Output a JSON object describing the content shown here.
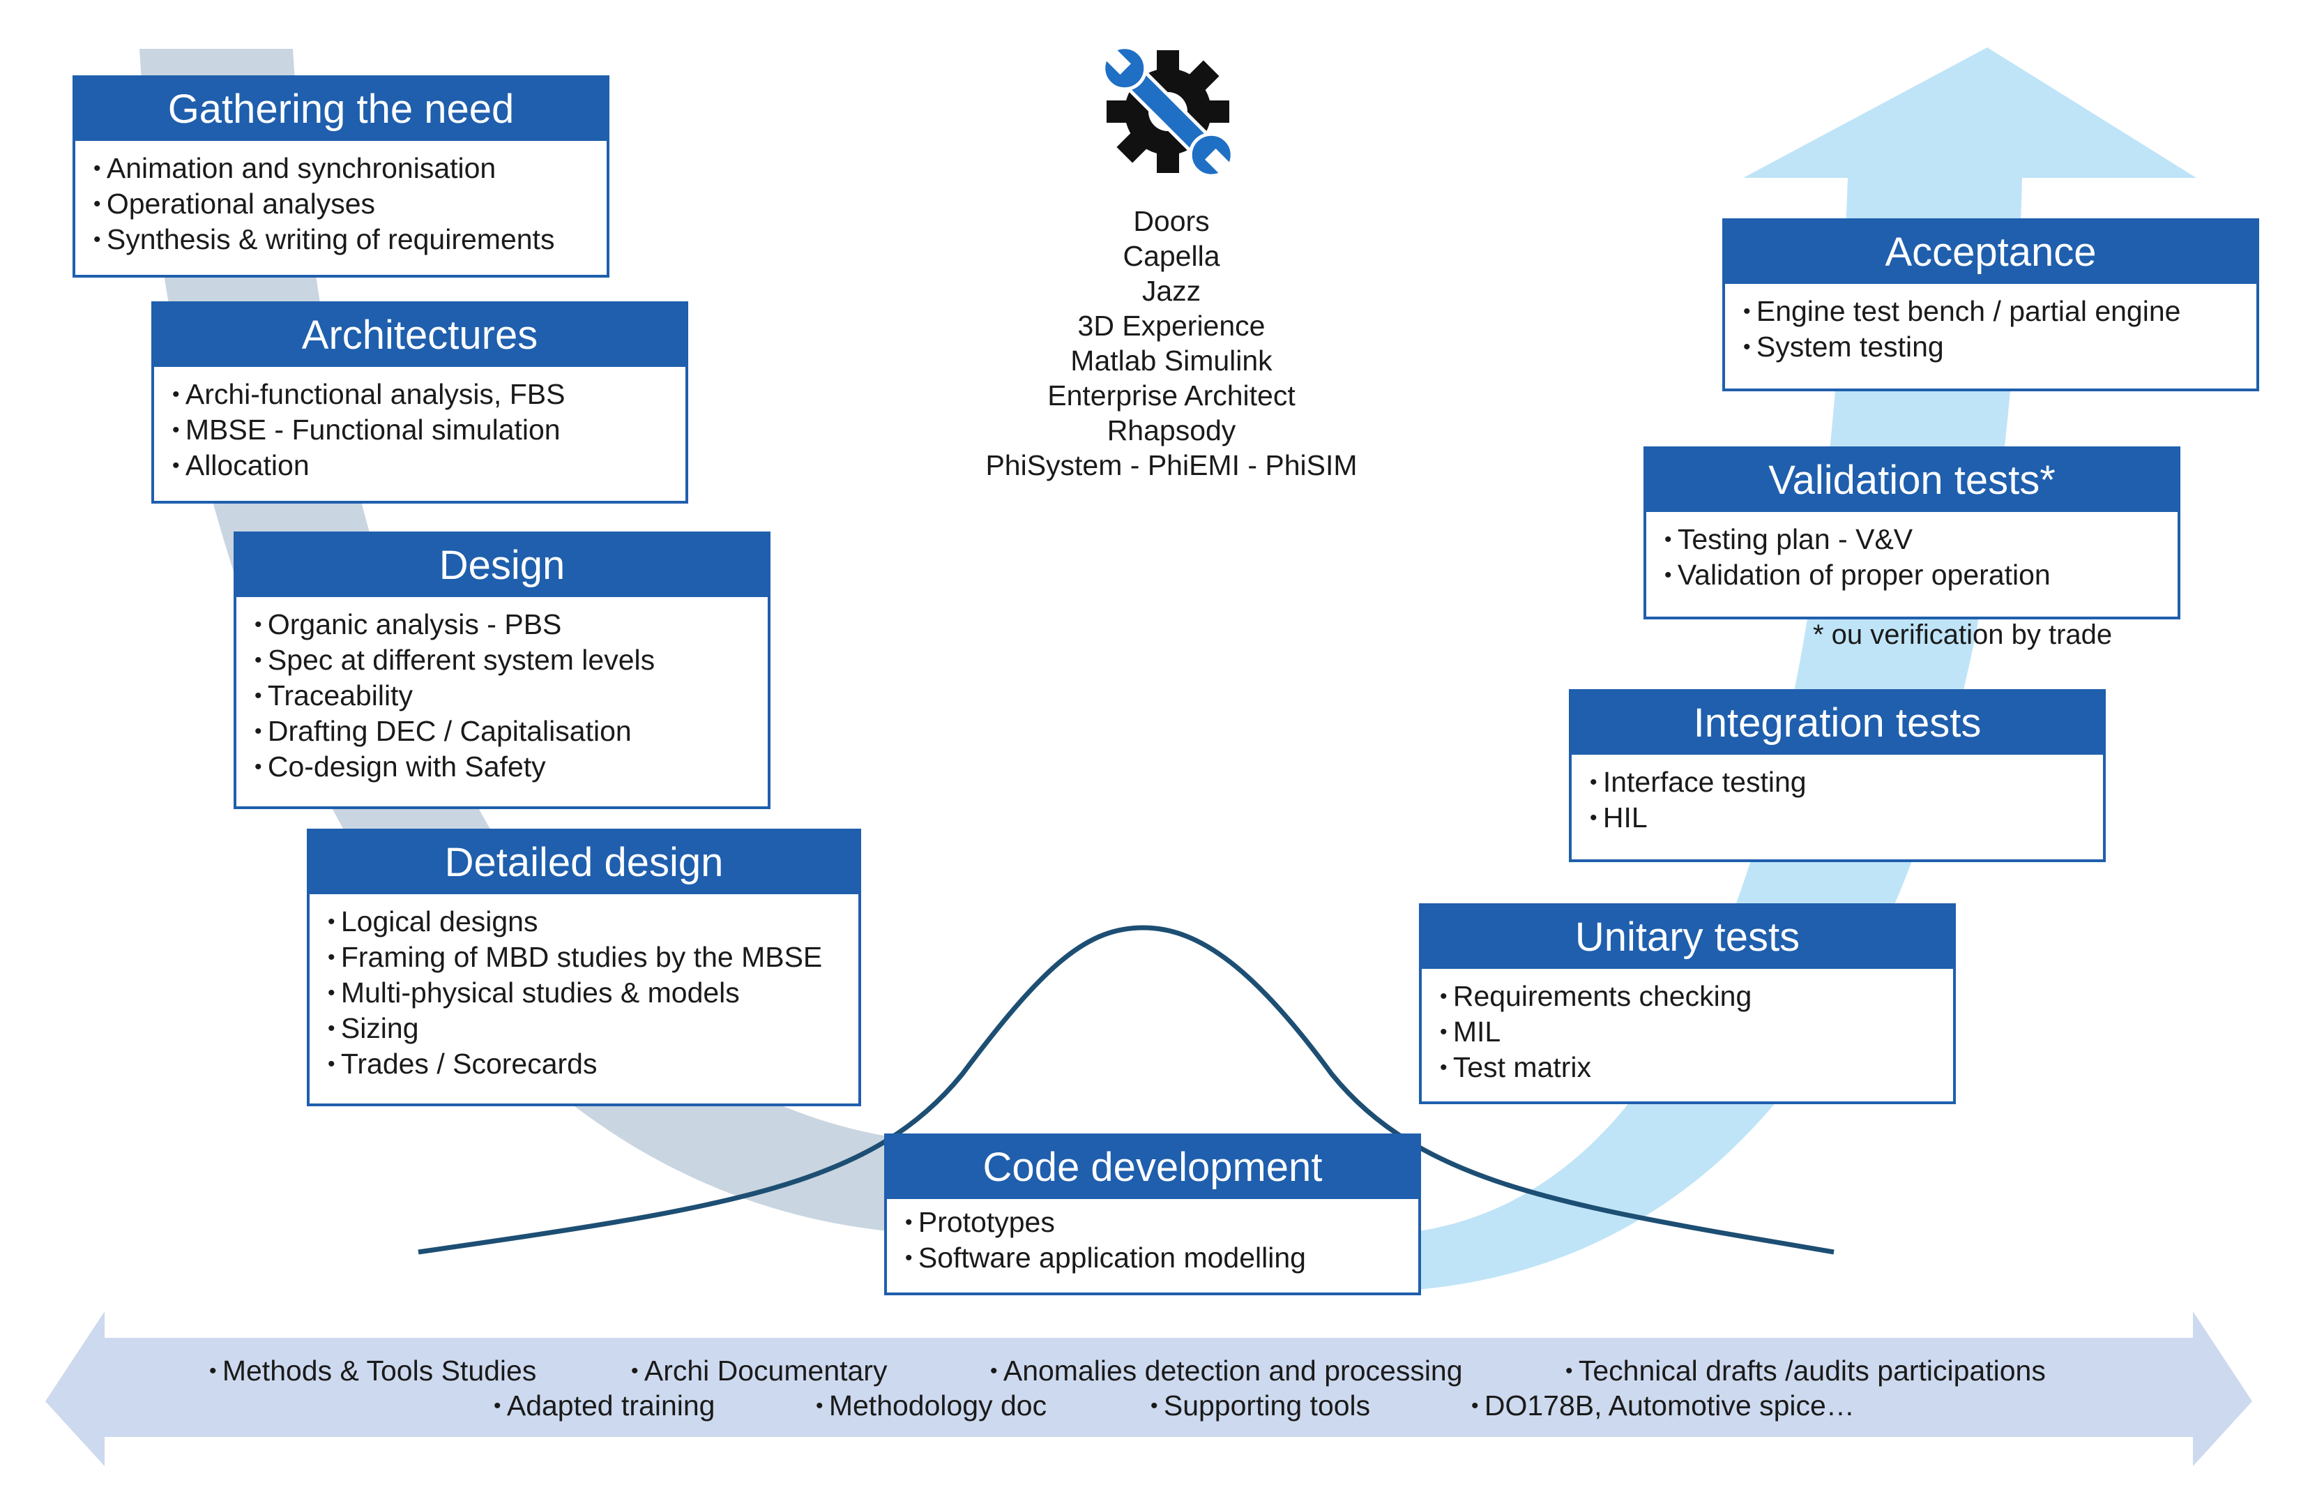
{
  "colors": {
    "header_blue": "#1f5fad",
    "left_arc": "#c9d5e0",
    "right_arrow": "#bfe4f7",
    "bell_curve": "#1d4e73",
    "bottom_band": "#cdd9ee"
  },
  "icons": [
    "gear-wrench-icon"
  ],
  "phases": [
    {
      "title": "Gathering the need",
      "items": [
        "Animation and synchronisation",
        "Operational analyses",
        "Synthesis & writing of requirements"
      ]
    },
    {
      "title": "Architectures",
      "items": [
        "Archi-functional analysis, FBS",
        "MBSE - Functional simulation",
        "Allocation"
      ]
    },
    {
      "title": "Design",
      "items": [
        "Organic analysis - PBS",
        "Spec at different system levels",
        "Traceability",
        "Drafting DEC / Capitalisation",
        "Co-design with Safety"
      ]
    },
    {
      "title": "Detailed design",
      "items": [
        "Logical designs",
        "Framing of MBD studies by the MBSE",
        "Multi-physical studies & models",
        "Sizing",
        "Trades / Scorecards"
      ]
    },
    {
      "title": "Code development",
      "items": [
        "Prototypes",
        "Software application modelling"
      ]
    },
    {
      "title": "Unitary tests",
      "items": [
        "Requirements checking",
        "MIL",
        "Test matrix"
      ]
    },
    {
      "title": "Integration tests",
      "items": [
        "Interface testing",
        "HIL"
      ]
    },
    {
      "title": "Validation tests*",
      "items": [
        "Testing plan - V&V",
        "Validation of proper operation"
      ]
    },
    {
      "title": "Acceptance",
      "items": [
        "Engine test bench / partial engine",
        "System testing"
      ]
    }
  ],
  "validation_note": "* ou verification by trade",
  "tools": [
    "Doors",
    "Capella",
    "Jazz",
    "3D Experience",
    "Matlab Simulink",
    "Enterprise Architect",
    "Rhapsody",
    "PhiSystem - PhiEMI - PhiSIM"
  ],
  "support": {
    "row1": [
      "Methods & Tools Studies",
      "Archi Documentary",
      "Anomalies detection and processing",
      "Technical drafts /audits participations"
    ],
    "row2": [
      "Adapted training",
      "Methodology doc",
      "Supporting tools",
      "DO178B, Automotive spice…"
    ]
  }
}
